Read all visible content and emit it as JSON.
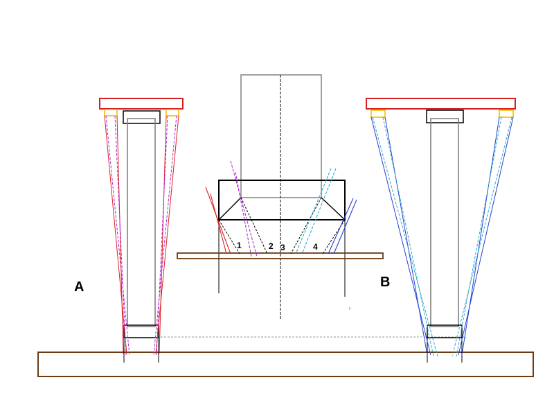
{
  "labels": {
    "left_assembly": "A",
    "right_assembly": "B",
    "ray_1": "1",
    "ray_2": "2",
    "ray_3": "3",
    "ray_4": "4"
  },
  "colors": {
    "top_plate": "#d42020",
    "pads": "#f0c000",
    "housing": "#000000",
    "column": "#808080",
    "base_plate": "#6b3a10",
    "ray_red": "#e02020",
    "ray_magenta": "#b030d0",
    "ray_blue": "#2040d0",
    "ray_cyan": "#30a8d0",
    "ray_black": "#000000"
  }
}
